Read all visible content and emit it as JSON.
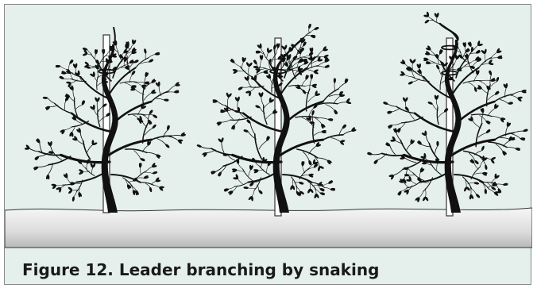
{
  "figure": {
    "caption": "Figure 12. Leader branching by snaking",
    "colors": {
      "background": "#e5f0ec",
      "frame_border": "#8a8a8a",
      "tree": "#111111",
      "stake_outline": "#333333",
      "stake_fill": "#ffffff",
      "ground_top": "#f4f4f4",
      "ground_bottom": "#bdbdbd"
    },
    "panels": [
      {
        "name": "tree-1-early",
        "stage": 1
      },
      {
        "name": "tree-2-middle",
        "stage": 2
      },
      {
        "name": "tree-3-late",
        "stage": 3
      }
    ]
  }
}
